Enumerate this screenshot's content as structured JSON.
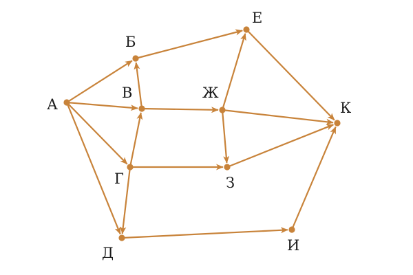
{
  "graph": {
    "colors": {
      "edge": "#c8833a",
      "node": "#c8833a",
      "label": "#1a1a1a"
    },
    "nodes": [
      {
        "id": "A",
        "label": "А"
      },
      {
        "id": "B",
        "label": "Б"
      },
      {
        "id": "V",
        "label": "В"
      },
      {
        "id": "G",
        "label": "Г"
      },
      {
        "id": "D",
        "label": "Д"
      },
      {
        "id": "E",
        "label": "Е"
      },
      {
        "id": "Zh",
        "label": "Ж"
      },
      {
        "id": "Z",
        "label": "З"
      },
      {
        "id": "I",
        "label": "И"
      },
      {
        "id": "K",
        "label": "К"
      }
    ],
    "edges": [
      {
        "from": "A",
        "to": "B"
      },
      {
        "from": "A",
        "to": "V"
      },
      {
        "from": "A",
        "to": "G"
      },
      {
        "from": "A",
        "to": "D"
      },
      {
        "from": "V",
        "to": "B"
      },
      {
        "from": "G",
        "to": "V"
      },
      {
        "from": "G",
        "to": "D"
      },
      {
        "from": "B",
        "to": "E"
      },
      {
        "from": "V",
        "to": "Zh"
      },
      {
        "from": "G",
        "to": "Z"
      },
      {
        "from": "Zh",
        "to": "E"
      },
      {
        "from": "Zh",
        "to": "Z"
      },
      {
        "from": "Zh",
        "to": "K"
      },
      {
        "from": "E",
        "to": "K"
      },
      {
        "from": "Z",
        "to": "K"
      },
      {
        "from": "D",
        "to": "I"
      },
      {
        "from": "I",
        "to": "K"
      }
    ]
  }
}
